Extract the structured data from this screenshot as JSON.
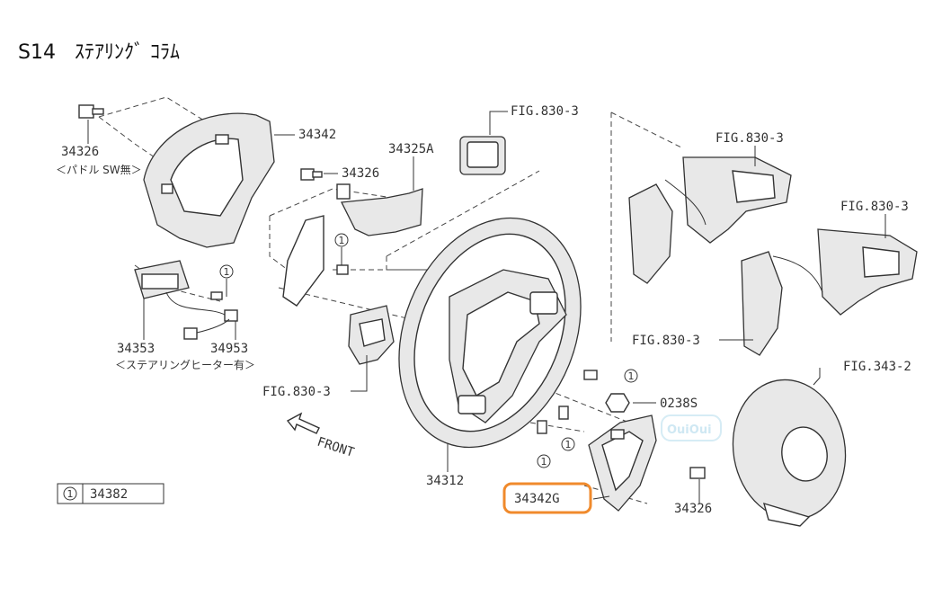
{
  "header": {
    "code": "S14",
    "title": "ｽﾃｱﾘﾝｸﾞ ｺﾗﾑ"
  },
  "labels": {
    "p34342": "34342",
    "p34326_top": "34326",
    "p34326_note": "＜パドル SW無＞",
    "p34326_mid": "34326",
    "p34325A": "34325A",
    "fig830_top": "FIG.830-3",
    "fig830_right1": "FIG.830-3",
    "fig830_right2": "FIG.830-3",
    "fig830_mid": "FIG.830-3",
    "fig830_left": "FIG.830-3",
    "fig343": "FIG.343-2",
    "p34353": "34353",
    "p34953": "34953",
    "heater_note": "＜ステアリングヒーター有＞",
    "p0238S": "0238S",
    "p34312": "34312",
    "p34342G": "34342G",
    "p34326_bot": "34326",
    "front": "FRONT",
    "legend_num": "1",
    "legend_part": "34382",
    "watermark": "OuiOui",
    "ref_marker": "1"
  },
  "highlight": {
    "part": "34342G",
    "color": "#f08a2c"
  }
}
